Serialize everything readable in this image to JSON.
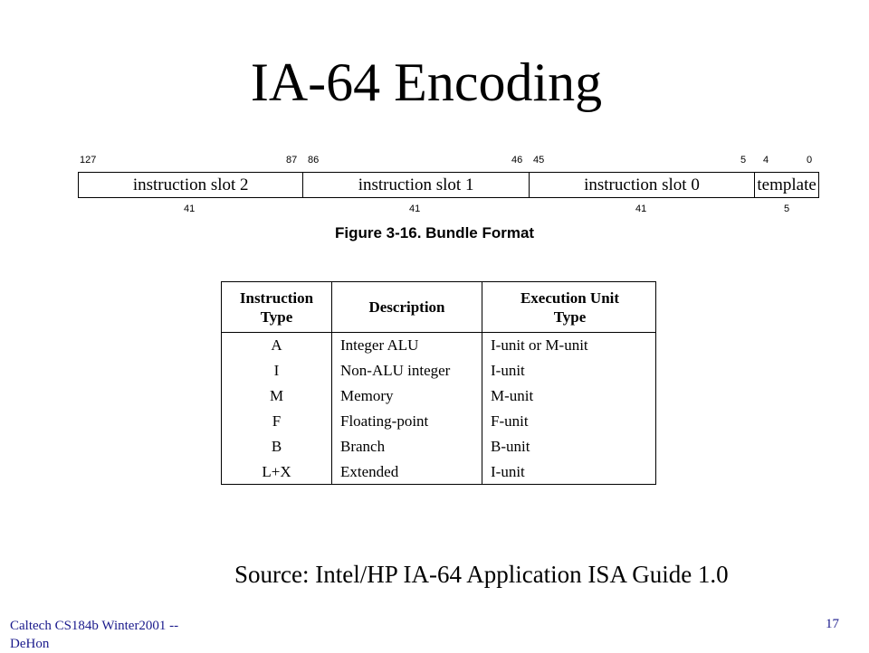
{
  "slide": {
    "title": "IA-64 Encoding",
    "source": "Source: Intel/HP IA-64 Application ISA Guide 1.0",
    "footer_line1": "Caltech CS184b Winter2001 --",
    "footer_line2": "DeHon",
    "page_number": "17"
  },
  "bundle_figure": {
    "bit_labels": [
      "127",
      "87",
      "86",
      "46",
      "45",
      "5",
      "4",
      "0"
    ],
    "slots": [
      "instruction slot 2",
      "instruction slot 1",
      "instruction slot 0",
      "template"
    ],
    "widths": [
      "41",
      "41",
      "41",
      "5"
    ],
    "caption": "Figure 3-16. Bundle Format"
  },
  "type_table": {
    "headers": [
      [
        "Instruction",
        "Type"
      ],
      [
        "Description"
      ],
      [
        "Execution Unit",
        "Type"
      ]
    ],
    "rows": [
      [
        "A",
        "Integer ALU",
        "I-unit or M-unit"
      ],
      [
        "I",
        "Non-ALU integer",
        "I-unit"
      ],
      [
        "M",
        "Memory",
        "M-unit"
      ],
      [
        "F",
        "Floating-point",
        "F-unit"
      ],
      [
        "B",
        "Branch",
        "B-unit"
      ],
      [
        "L+X",
        "Extended",
        "I-unit"
      ]
    ]
  }
}
